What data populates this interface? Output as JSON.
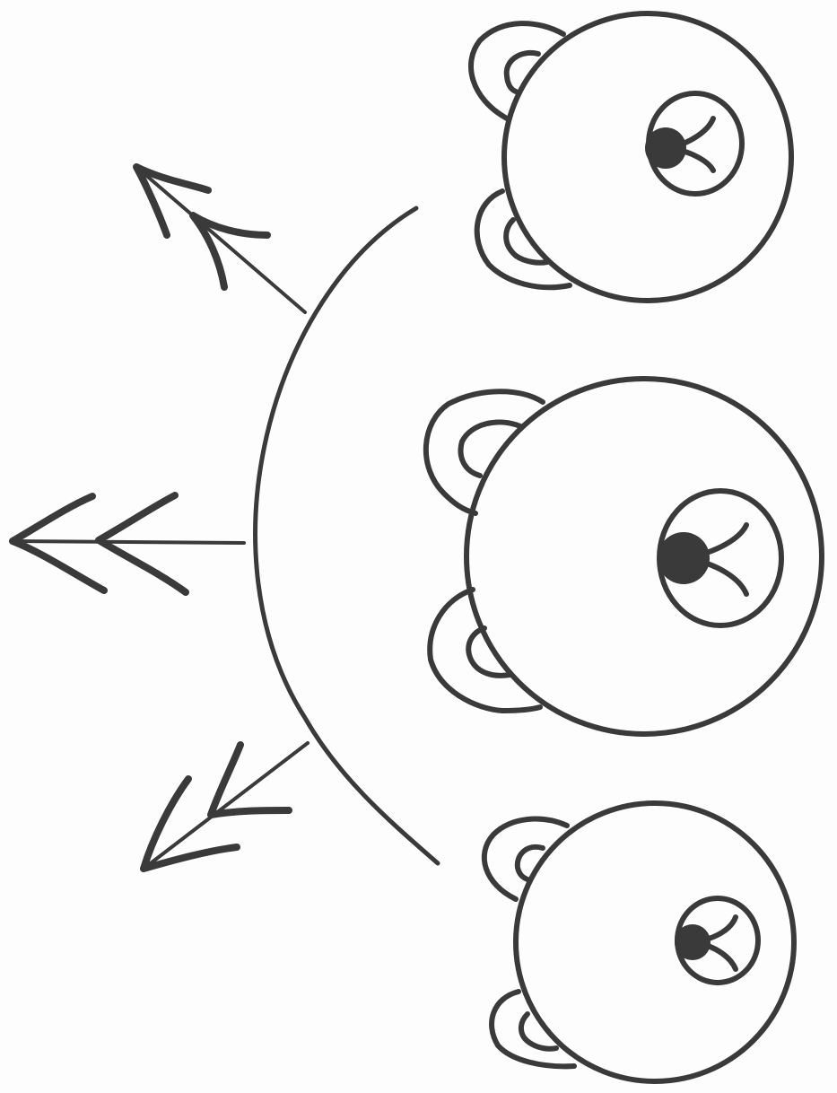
{
  "drawing": {
    "style": "black-and-white line art",
    "ink_color": "#3a3a3a",
    "paper_color": "#fdfdfd",
    "arc": {
      "shape": "semicircular arc"
    },
    "arrows": [
      {
        "name": "upper-arrow",
        "direction": "up-left"
      },
      {
        "name": "middle-arrow",
        "direction": "left"
      },
      {
        "name": "lower-arrow",
        "direction": "down-left"
      }
    ],
    "bear_faces": [
      {
        "name": "bear-face-top"
      },
      {
        "name": "bear-face-middle"
      },
      {
        "name": "bear-face-bottom"
      }
    ]
  }
}
